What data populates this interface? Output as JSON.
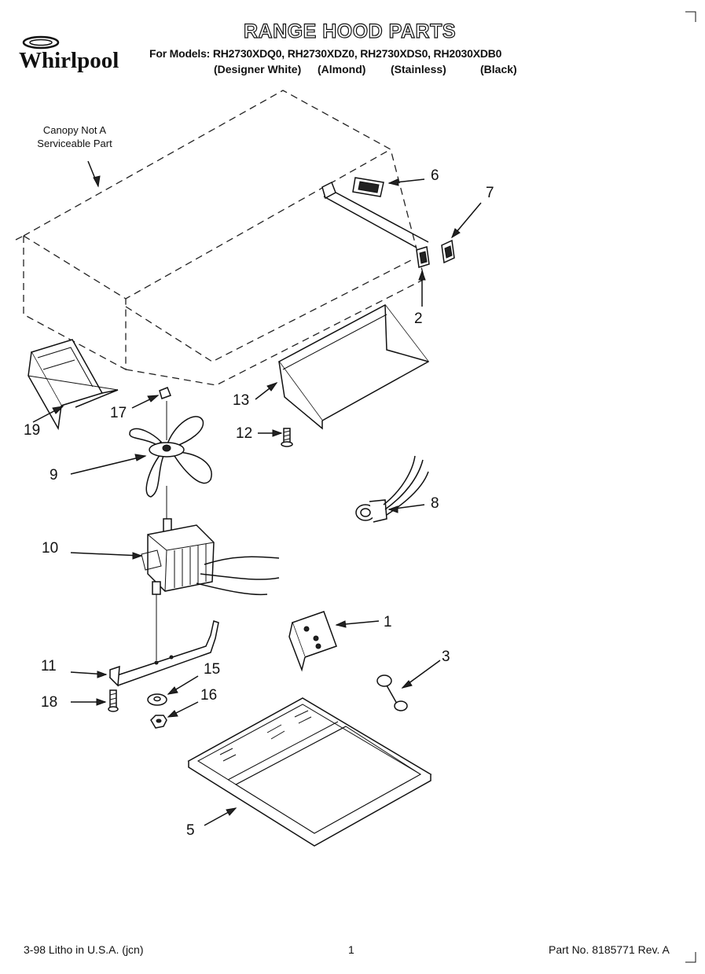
{
  "header": {
    "brand": "Whirlpool",
    "title": "RANGE HOOD PARTS",
    "models_line": "For Models: RH2730XDQ0, RH2730XDZ0, RH2730XDS0, RH2030XDB0",
    "colors": [
      "(Designer White)",
      "(Almond)",
      "(Stainless)",
      "(Black)"
    ]
  },
  "note": {
    "line1": "Canopy Not A",
    "line2": "Serviceable Part"
  },
  "callouts": {
    "c1": "1",
    "c2": "2",
    "c3": "3",
    "c5": "5",
    "c6": "6",
    "c7": "7",
    "c8": "8",
    "c9": "9",
    "c10": "10",
    "c11": "11",
    "c12": "12",
    "c13": "13",
    "c15": "15",
    "c16": "16",
    "c17": "17",
    "c18": "18",
    "c19": "19"
  },
  "footer": {
    "litho": "3-98 Litho in U.S.A. (jcn)",
    "page": "1",
    "part_no": "Part No. 8185771 Rev. A"
  }
}
